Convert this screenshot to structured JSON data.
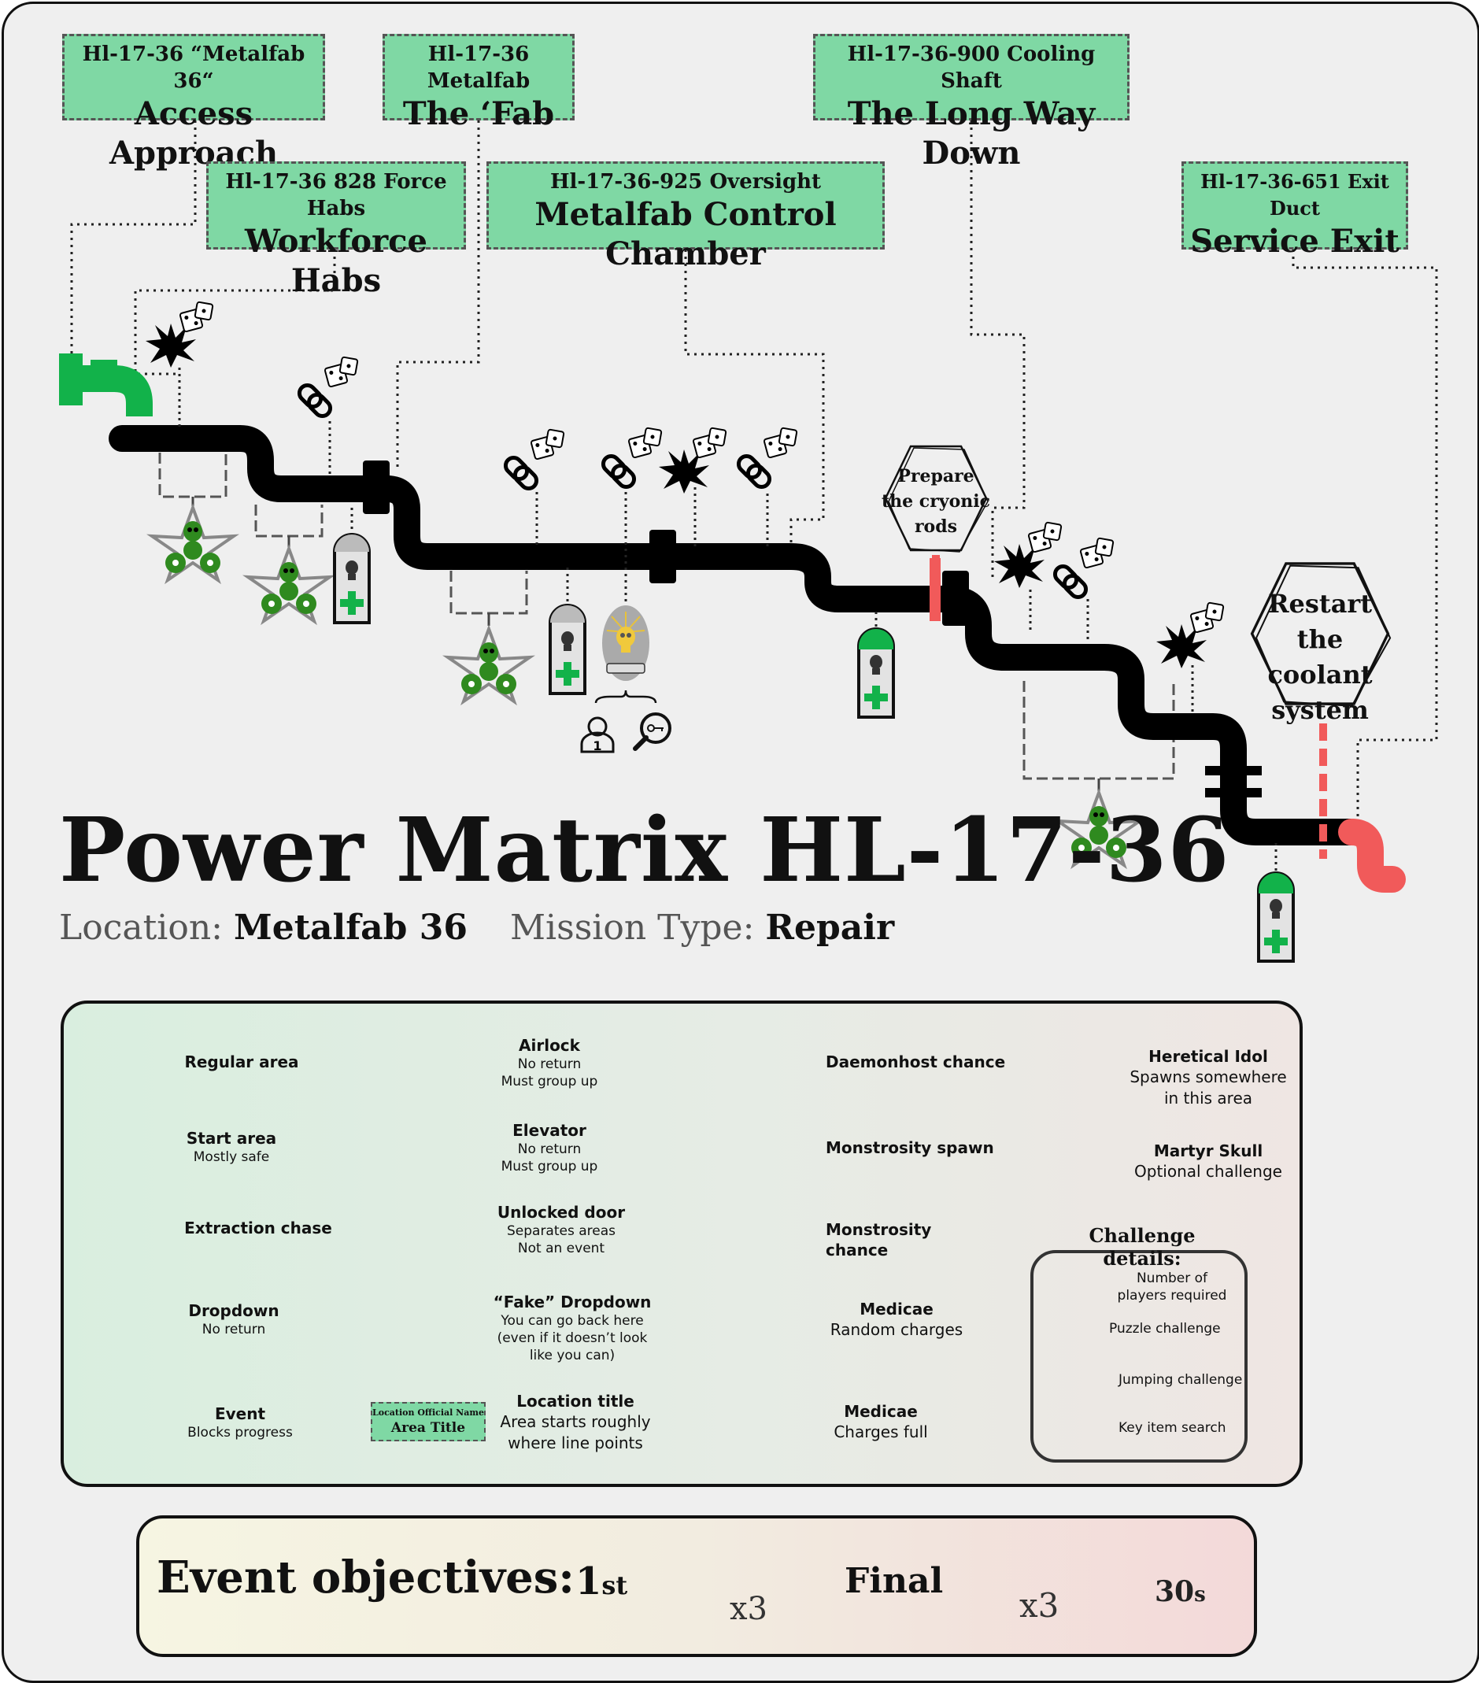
{
  "map_title": "Power Matrix HL-17-36",
  "meta": {
    "location_label": "Location:",
    "location_value": "Metalfab 36",
    "mission_label": "Mission Type:",
    "mission_value": "Repair"
  },
  "locations": [
    {
      "sub": "Hl-17-36 “Metalfab 36“",
      "main": "Access Approach"
    },
    {
      "sub": "Hl-17-36 Metalfab",
      "main": "The ‘Fab"
    },
    {
      "sub": "Hl-17-36-900 Cooling Shaft",
      "main": "The Long Way Down"
    },
    {
      "sub": "Hl-17-36 828 Force Habs",
      "main": "Workforce Habs"
    },
    {
      "sub": "Hl-17-36-925 Oversight",
      "main": "Metalfab Control Chamber"
    },
    {
      "sub": "Hl-17-36-651 Exit Duct",
      "main": "Service Exit"
    }
  ],
  "events": [
    {
      "text": "Prepare the cryonic rods"
    },
    {
      "text": "Restart the coolant system"
    }
  ],
  "challenge_players": "1",
  "legend": {
    "regular": "Regular area",
    "start": "Start area",
    "start_d": "Mostly safe",
    "extraction": "Extraction chase",
    "dropdown": "Dropdown",
    "dropdown_d": "No return",
    "event": "Event",
    "event_d": "Blocks progress",
    "airlock": "Airlock",
    "airlock_d1": "No return",
    "airlock_d2": "Must group up",
    "elevator": "Elevator",
    "elevator_d1": "No return",
    "elevator_d2": "Must group up",
    "door": "Unlocked door",
    "door_d1": "Separates areas",
    "door_d2": "Not an event",
    "fake": "“Fake” Dropdown",
    "fake_d1": "You can go back here",
    "fake_d2": "(even if it doesn’t look",
    "fake_d3": "like you can)",
    "loctitle": "Location title",
    "loctitle_d1": "Area starts roughly",
    "loctitle_d2": "where line points",
    "loctitle_icon_sub": "Location Official Name",
    "loctitle_icon_main": "Area Title",
    "daemonhost": "Daemonhost chance",
    "monstrosity_spawn": "Monstrosity spawn",
    "monstrosity_chance": "Monstrosity chance",
    "medicae_random": "Medicae",
    "medicae_random_d": "Random charges",
    "medicae_full": "Medicae",
    "medicae_full_d": "Charges full",
    "idol": "Heretical Idol",
    "idol_d1": "Spawns somewhere",
    "idol_d2": "in this area",
    "skull": "Martyr Skull",
    "skull_d": "Optional challenge",
    "challenge_title": "Challenge details:",
    "ch_players_icon": "1",
    "ch_players_1": "Number of",
    "ch_players_2": "players required",
    "ch_puzzle": "Puzzle challenge",
    "ch_jump": "Jumping challenge",
    "ch_key": "Key item search"
  },
  "objectives": {
    "label": "Event objectives:",
    "first_num": "1",
    "first_suffix": "st",
    "first_mult": "x3",
    "final": "Final",
    "final_mult": "x3",
    "timer": "30",
    "timer_unit": "s"
  },
  "colors": {
    "background": "#efefef",
    "location_box": "#7fd8a4",
    "start_green": "#12b24a",
    "extraction_red": "#f15a5a",
    "path_black": "#000000"
  }
}
